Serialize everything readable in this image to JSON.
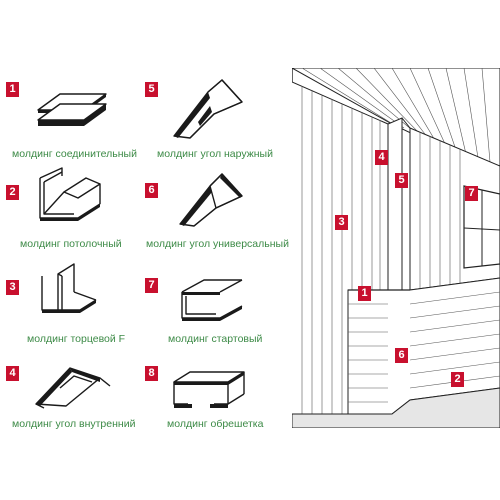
{
  "accent_color": "#c8102e",
  "label_color": "#3c8a46",
  "profiles": [
    {
      "number": "1",
      "label": "молдинг соединительный",
      "icon": "connecting-molding-icon"
    },
    {
      "number": "2",
      "label": "молдинг потолочный",
      "icon": "ceiling-molding-icon"
    },
    {
      "number": "3",
      "label": "молдинг торцевой F",
      "icon": "end-f-molding-icon"
    },
    {
      "number": "4",
      "label": "молдинг угол внутренний",
      "icon": "inner-corner-molding-icon"
    },
    {
      "number": "5",
      "label": "молдинг угол наружный",
      "icon": "outer-corner-molding-icon"
    },
    {
      "number": "6",
      "label": "молдинг угол универсальный",
      "icon": "universal-corner-molding-icon"
    },
    {
      "number": "7",
      "label": "молдинг стартовый",
      "icon": "starter-molding-icon"
    },
    {
      "number": "8",
      "label": "молдинг обрешетка",
      "icon": "batten-molding-icon"
    }
  ],
  "room_markers": [
    "1",
    "2",
    "3",
    "4",
    "5",
    "6",
    "7"
  ]
}
